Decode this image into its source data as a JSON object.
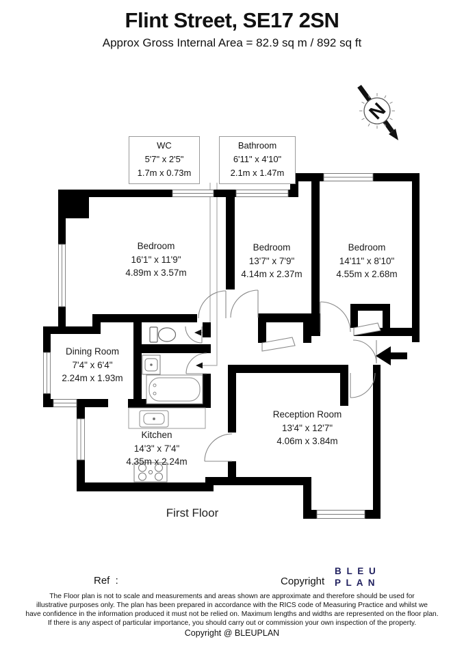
{
  "header": {
    "title": "Flint Street, SE17 2SN",
    "subtitle": "Approx Gross Internal Area = 82.9 sq m / 892 sq ft"
  },
  "compass": {
    "letter": "N"
  },
  "callouts": {
    "wc": {
      "name": "WC",
      "imperial": "5'7\" x 2'5\"",
      "metric": "1.7m x 0.73m"
    },
    "bathroom": {
      "name": "Bathroom",
      "imperial": "6'11\" x 4'10\"",
      "metric": "2.1m x 1.47m"
    }
  },
  "rooms": {
    "bedroom1": {
      "name": "Bedroom",
      "imperial": "16'1\" x 11'9\"",
      "metric": "4.89m x 3.57m"
    },
    "bedroom2": {
      "name": "Bedroom",
      "imperial": "13'7\" x 7'9\"",
      "metric": "4.14m x 2.37m"
    },
    "bedroom3": {
      "name": "Bedroom",
      "imperial": "14'11\" x 8'10\"",
      "metric": "4.55m x 2.68m"
    },
    "dining": {
      "name": "Dining Room",
      "imperial": "7'4\" x 6'4\"",
      "metric": "2.24m x 1.93m"
    },
    "kitchen": {
      "name": "Kitchen",
      "imperial": "14'3\" x 7'4\"",
      "metric": "4.35m x 2.24m"
    },
    "reception": {
      "name": "Reception Room",
      "imperial": "13'4\" x 12'7\"",
      "metric": "4.06m x 3.84m"
    }
  },
  "floor_label": "First Floor",
  "footer": {
    "ref_label": "Ref  :",
    "copyright_label": "Copyright",
    "logo_line1": "B L E U",
    "logo_line2": "P L A N",
    "logo_color": "#21215f",
    "disclaimer_line1": "The Floor plan is not to scale and measurements and areas shown are approximate and therefore should be used for",
    "disclaimer_line2": "illustrative purposes only. The plan has been prepared in accordance with the RICS code of Measuring Practice and whilst we",
    "disclaimer_line3": "have confidence in the information produced it must not be relied on. Maximum lengths and widths are represented on the floor plan.",
    "disclaimer_line4": "If there is any aspect of particular importance, you should carry out or commission your own inspection of the property.",
    "copyright_bottom": "Copyright @ BLEUPLAN"
  }
}
